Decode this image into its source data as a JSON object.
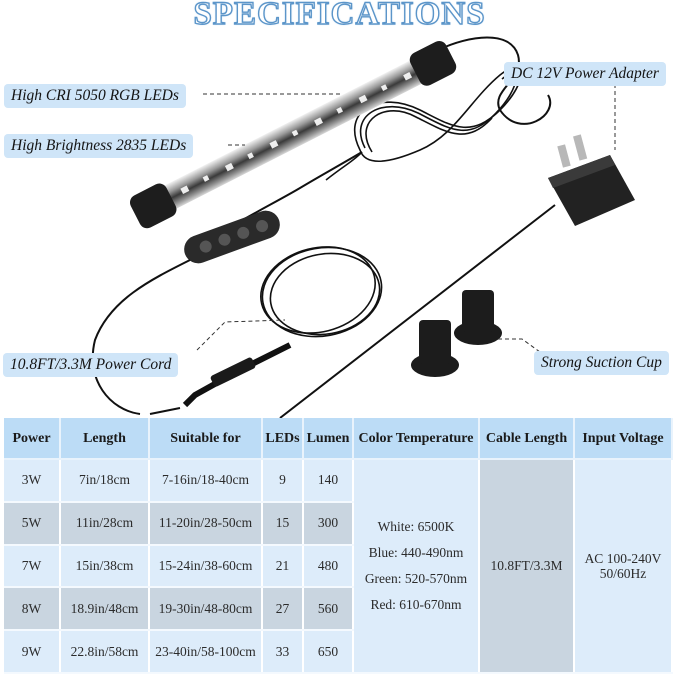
{
  "title": "SPECIFICATIONS",
  "callouts": {
    "rgb_leds": "High CRI 5050 RGB LEDs",
    "brightness_leds": "High Brightness 2835 LEDs",
    "adapter": "DC 12V Power Adapter",
    "power_cord": "10.8FT/3.3M Power Cord",
    "suction_cup": "Strong Suction Cup"
  },
  "table": {
    "headers": [
      "Power",
      "Length",
      "Suitable for",
      "LEDs",
      "Lumen",
      "Color Temperature",
      "Cable Length",
      "Input Voltage"
    ],
    "rows": [
      {
        "power": "3W",
        "length": "7in/18cm",
        "suitable": "7-16in/18-40cm",
        "leds": "9",
        "lumen": "140"
      },
      {
        "power": "5W",
        "length": "11in/28cm",
        "suitable": "11-20in/28-50cm",
        "leds": "15",
        "lumen": "300"
      },
      {
        "power": "7W",
        "length": "15in/38cm",
        "suitable": "15-24in/38-60cm",
        "leds": "21",
        "lumen": "480"
      },
      {
        "power": "8W",
        "length": "18.9in/48cm",
        "suitable": "19-30in/48-80cm",
        "leds": "27",
        "lumen": "560"
      },
      {
        "power": "9W",
        "length": "22.8in/58cm",
        "suitable": "23-40in/58-100cm",
        "leds": "33",
        "lumen": "650"
      }
    ],
    "color_temperature": [
      "White: 6500K",
      "Blue: 440-490nm",
      "Green: 520-570nm",
      "Red: 610-670nm"
    ],
    "cable_length": "10.8FT/3.3M",
    "input_voltage": [
      "AC 100-240V",
      "50/60Hz"
    ]
  },
  "colors": {
    "header_bg": "#bcdcf6",
    "row_light": "#ddecfa",
    "row_dark": "#c9d5e0",
    "callout_bg": "#cfe5f8",
    "title_outline": "#5b95c9"
  }
}
